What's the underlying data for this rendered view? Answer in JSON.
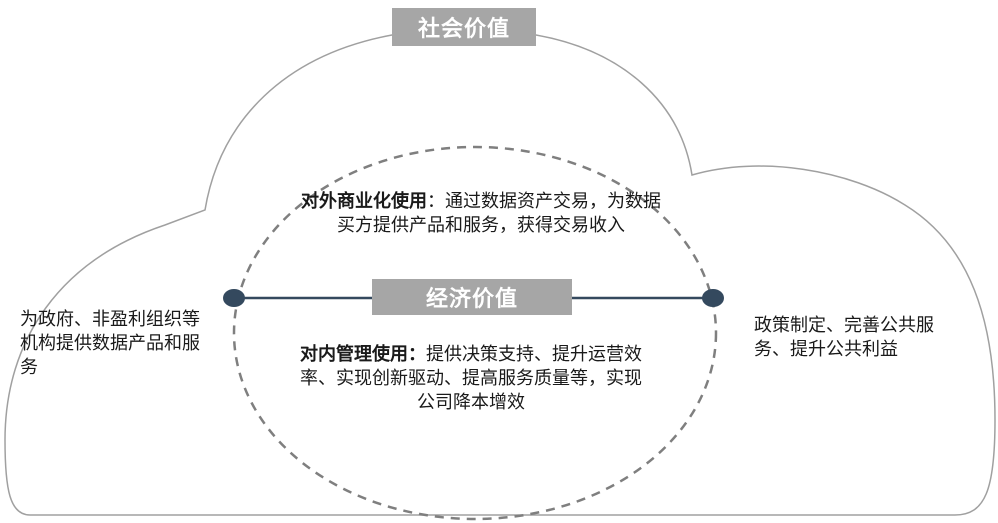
{
  "social_value": {
    "title": "社会价值"
  },
  "economic_value": {
    "title": "经济价值"
  },
  "external_use": {
    "heading": "对外商业化使用",
    "text": "：通过数据资产交易，为数据买方提供产品和服务，获得交易收入"
  },
  "internal_use": {
    "heading": "对内管理使用：",
    "text": "提供决策支持、提升运营效率、实现创新驱动、提高服务质量等，实现公司降本增效"
  },
  "left_text": "为政府、非盈利组织等机构提供数据产品和服务",
  "right_text": "政策制定、完善公共服务、提升公共利益",
  "colors": {
    "label_bg": "#a6a6a6",
    "outline": "#a0a0a0",
    "dashed": "#7f7f7f",
    "axis_line": "#34495e",
    "node": "#34495e"
  }
}
